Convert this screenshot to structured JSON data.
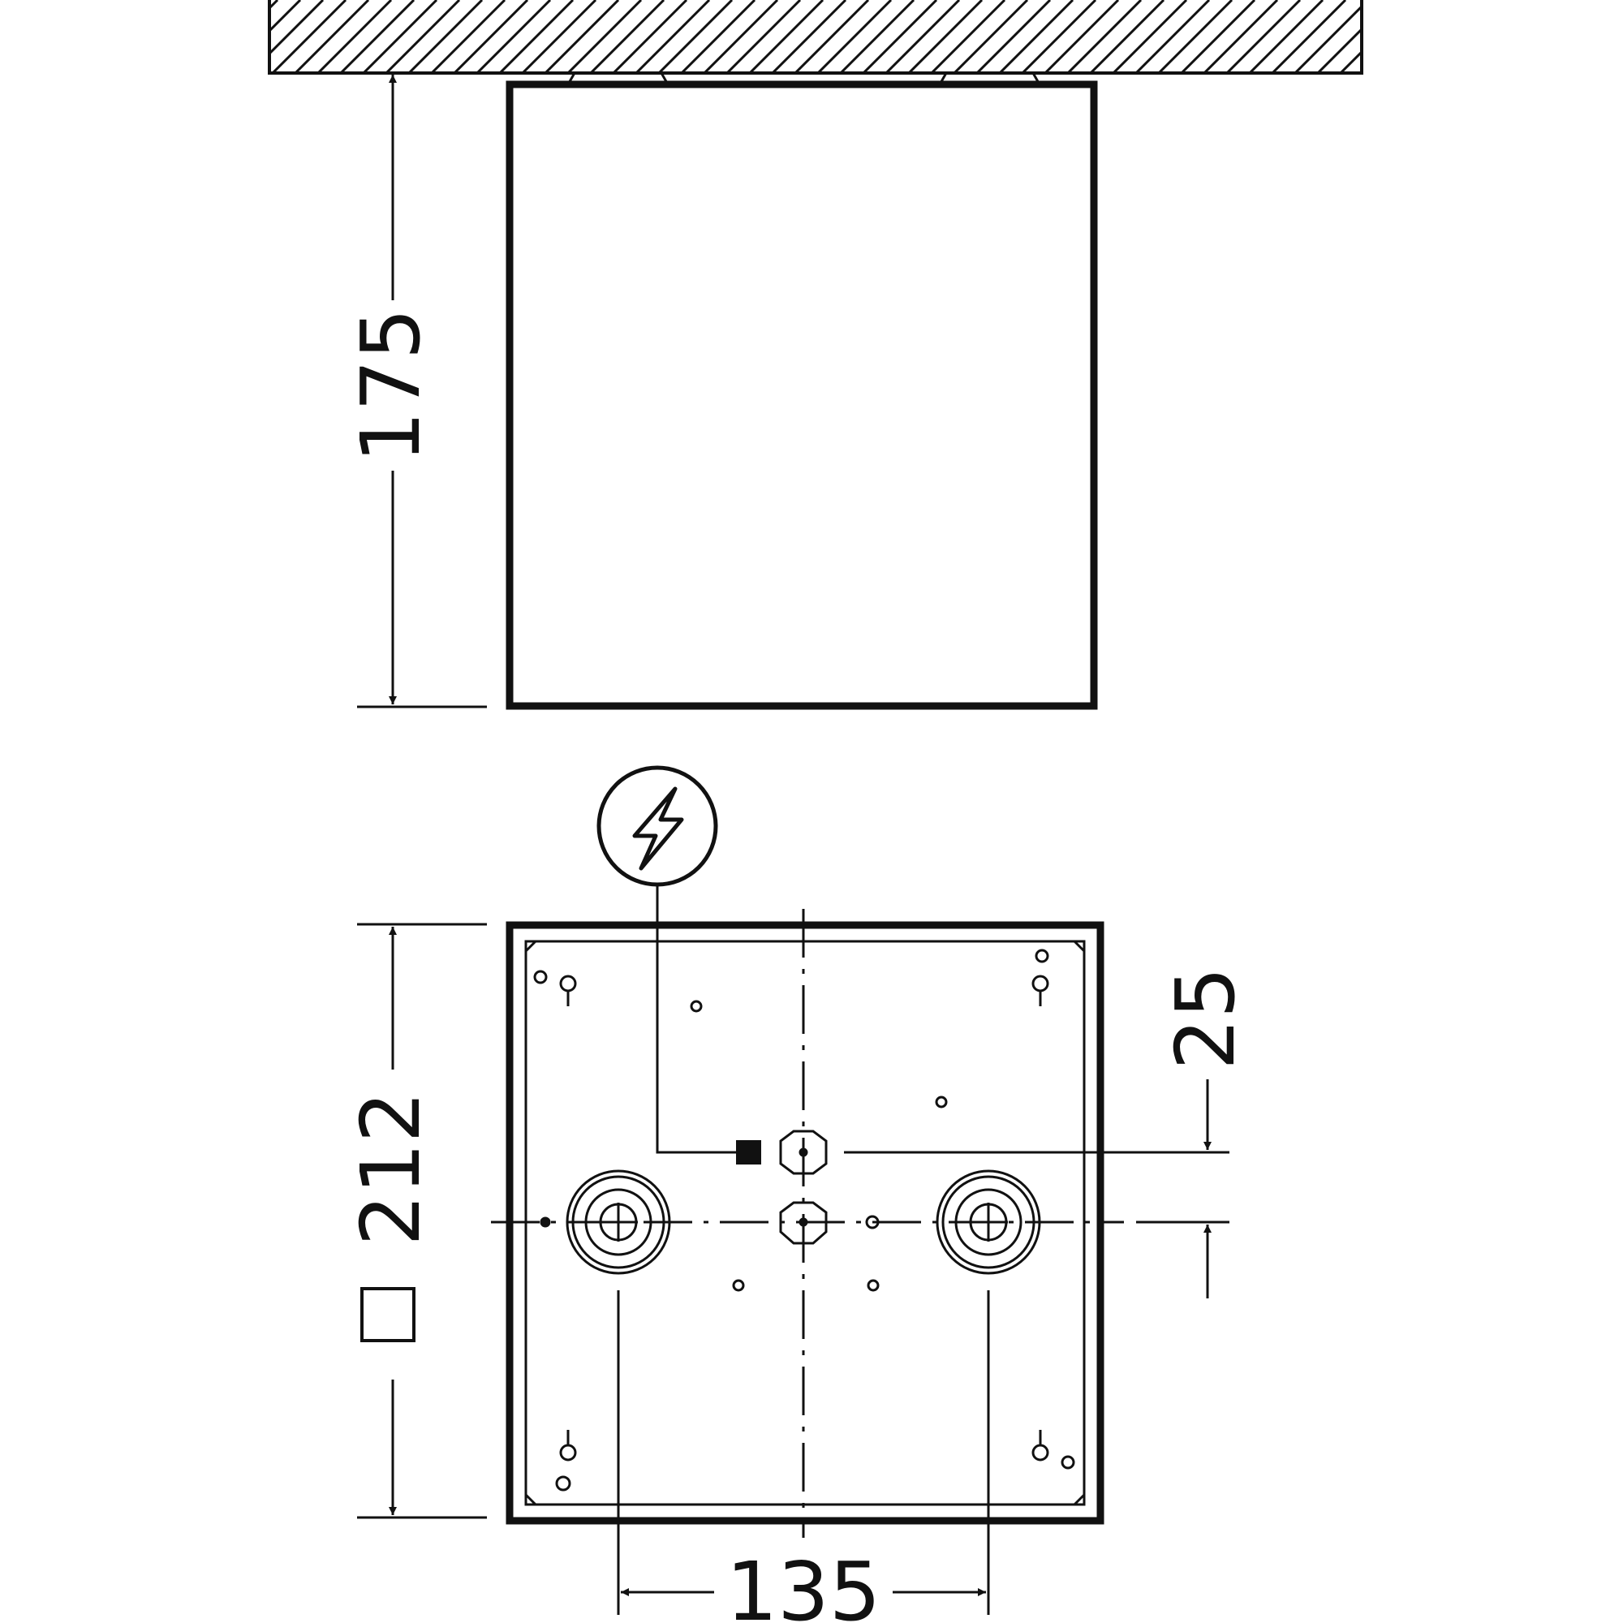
{
  "drawing": {
    "dimensions": {
      "height": "175",
      "square_side": "212",
      "square_symbol": "□",
      "hole_spacing": "135",
      "offset": "25"
    },
    "symbols": {
      "power_entry": "lightning-bolt-icon",
      "ceiling": "hatched-ceiling"
    },
    "colors": {
      "line": "#111111",
      "background": "#ffffff"
    }
  }
}
